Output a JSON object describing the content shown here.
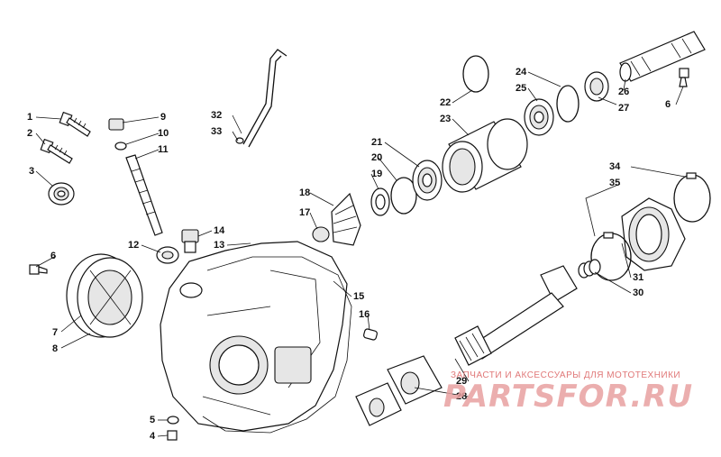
{
  "labels": [
    "1",
    "2",
    "3",
    "4",
    "5",
    "6",
    "6",
    "7",
    "8",
    "9",
    "10",
    "11",
    "12",
    "13",
    "14",
    "15",
    "16",
    "17",
    "18",
    "19",
    "20",
    "21",
    "22",
    "23",
    "24",
    "25",
    "26",
    "27",
    "28",
    "29",
    "30",
    "31",
    "32",
    "33",
    "34",
    "35"
  ],
  "watermark": {
    "subtitle": "ЗАПЧАСТИ И АКСЕССУАРЫ ДЛЯ МОТОТЕХНИКИ",
    "brand": "PARTSFOR.RU",
    "color": "#e07878"
  }
}
